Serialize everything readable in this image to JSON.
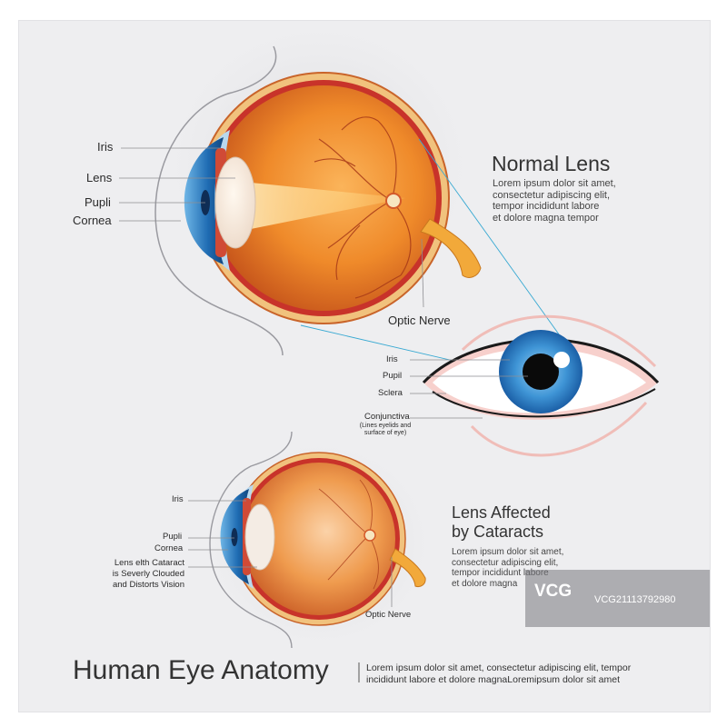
{
  "colors": {
    "background": "#eeeef0",
    "globe": "#e07a1c",
    "iris_blue": "#2a7ec4",
    "nerve": "#f0a830",
    "callout_line": "#30a8d0"
  },
  "top_eye": {
    "labels": {
      "iris": "Iris",
      "lens": "Lens",
      "pupil": "Pupli",
      "cornea": "Cornea",
      "optic_nerve": "Optic Nerve"
    }
  },
  "normal_lens": {
    "heading": "Normal Lens",
    "text": [
      "Lorem ipsum dolor sit amet,",
      "consectetur adipiscing elit,",
      "tempor incididunt labore",
      "et dolore magna tempor"
    ]
  },
  "front_eye": {
    "labels": {
      "iris": "Iris",
      "pupil": "Pupil",
      "sclera": "Sclera",
      "conjunctiva": "Conjunctiva",
      "conjunctiva_note_1": "(Lines eyelids and",
      "conjunctiva_note_2": "surface of eye)"
    }
  },
  "cataract_eye": {
    "labels": {
      "iris": "Iris",
      "pupil": "Pupli",
      "cornea": "Cornea",
      "cataract_1": "Lens elth Cataract",
      "cataract_2": "is Severly Clouded",
      "cataract_3": "and Distorts Vision",
      "optic_nerve": "Optic Nerve"
    }
  },
  "cataracts": {
    "heading_1": "Lens Affected",
    "heading_2": "by Cataracts",
    "text": [
      "Lorem ipsum dolor sit amet,",
      "consectetur adipiscing elit,",
      "tempor incididunt labore",
      "et dolore magna"
    ]
  },
  "footer": {
    "title": "Human Eye Anatomy",
    "text_1": "Lorem ipsum dolor sit amet, consectetur adipiscing elit, tempor",
    "text_2": "incididunt labore et dolore magnaLoremipsum dolor sit amet"
  },
  "watermark": {
    "logo": "VCG",
    "id": "VCG21113792980"
  }
}
